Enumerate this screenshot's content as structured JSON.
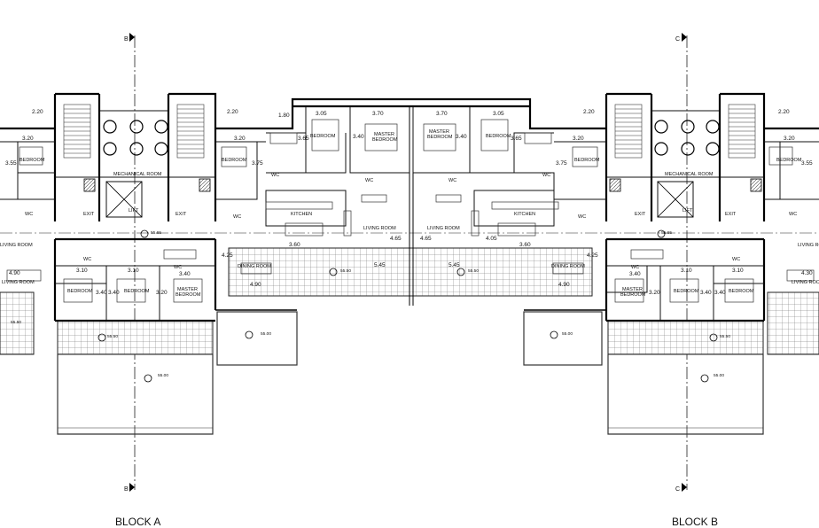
{
  "blocks": [
    {
      "label": "BLOCK A",
      "section_marker": "B"
    },
    {
      "label": "BLOCK B",
      "section_marker": "C"
    }
  ],
  "rooms": {
    "bedroom": "BEDROOM",
    "master_bedroom_line1": "MASTER",
    "master_bedroom_line2": "BEDROOM",
    "mechanical_room": "MECHANICAL ROOM",
    "kitchen": "KITCHEN",
    "living_room": "LIVING ROOM",
    "dining_room": "DINING ROOM",
    "wc": "WC",
    "exit": "EXIT",
    "lift": "LIFT"
  },
  "dimensions": {
    "d220": "2.20",
    "d320": "3.20",
    "d355": "3.55",
    "d375": "3.75",
    "d180": "1.80",
    "d305": "3.05",
    "d370": "3.70",
    "d340": "3.40",
    "d365": "3.65",
    "d360": "3.60",
    "d425": "4.25",
    "d490": "4.90",
    "d310": "3.10",
    "d545": "5.45",
    "d465": "4.65",
    "d405": "4.05",
    "d430": "4.30"
  },
  "levels": {
    "l5565": "55.65",
    "l5550": "55.50",
    "l5500": "55.00"
  }
}
